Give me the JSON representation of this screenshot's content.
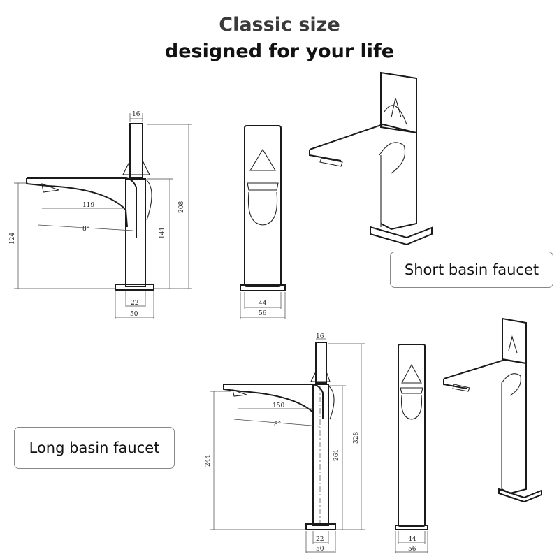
{
  "title": {
    "line1": "Classic size",
    "line2": "designed for your life"
  },
  "labels": {
    "short": "Short basin faucet",
    "long": "Long basin faucet"
  },
  "dimensions_short": {
    "handle_width": "16",
    "spout_reach": "119",
    "spout_angle": "8°",
    "total_height": "208",
    "spout_height": "124",
    "body_height": "141",
    "body_base": "22",
    "base_width": "50",
    "front_body_width": "44",
    "front_base_width": "56"
  },
  "dimensions_long": {
    "handle_width": "16",
    "spout_reach": "150",
    "spout_angle": "8°",
    "total_height": "328",
    "spout_height": "244",
    "body_height": "261",
    "body_base": "22",
    "base_width": "50",
    "front_body_width": "44",
    "front_base_width": "56"
  },
  "colors": {
    "line": "#1a1a1a",
    "title_line1": "#3a3a3a",
    "title_line2": "#111111"
  }
}
